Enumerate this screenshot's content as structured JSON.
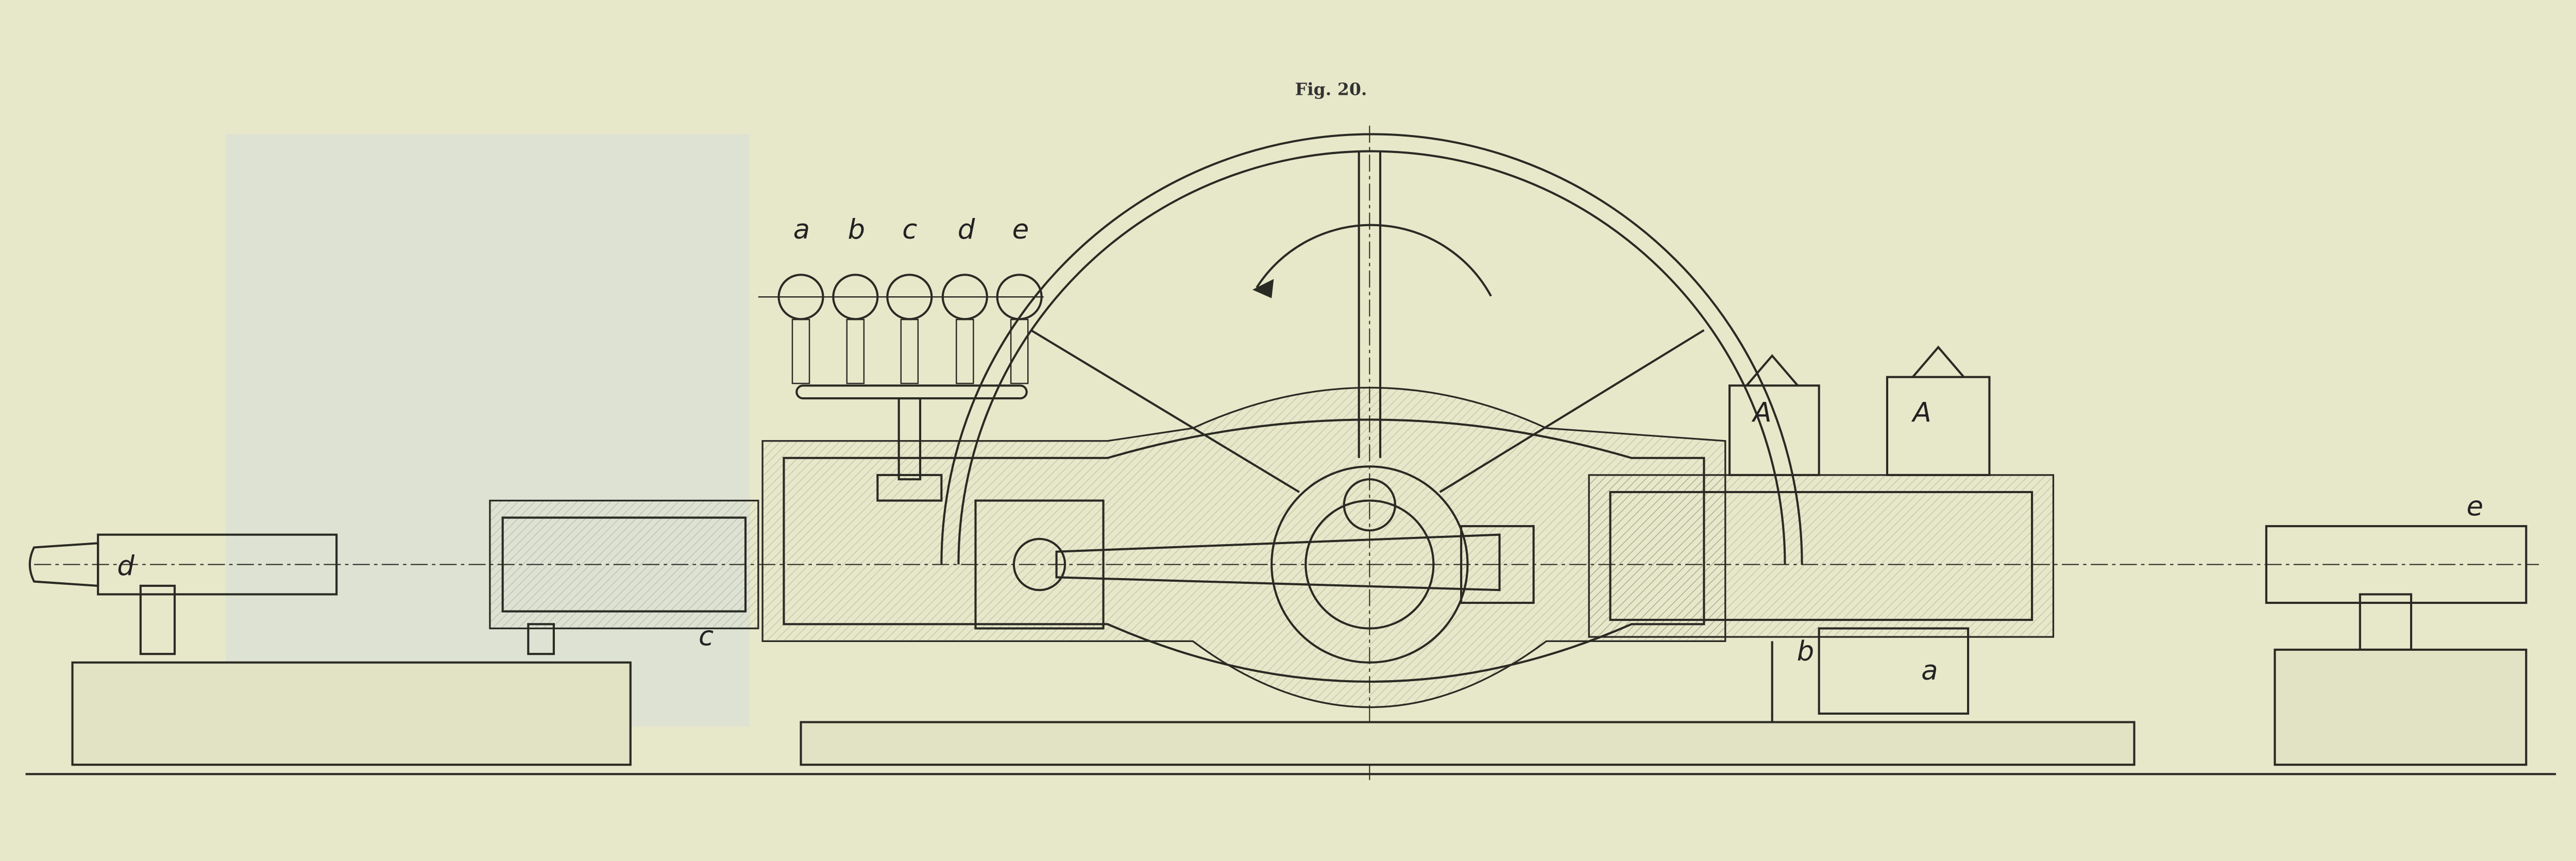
{
  "figure": {
    "title": "Fig. 20.",
    "gauge_labels": [
      "a",
      "b",
      "c",
      "d",
      "e"
    ],
    "part_labels": {
      "cylinder_A_left": "A",
      "cylinder_A_right": "A",
      "valve_b": "b",
      "valve_a": "a",
      "packing_c": "c",
      "piston_d": "d",
      "rod_e": "e"
    }
  },
  "colors": {
    "paper": "#e7e7ca",
    "ink": "#2a2a24",
    "left_panel": "#d8e0d6"
  }
}
